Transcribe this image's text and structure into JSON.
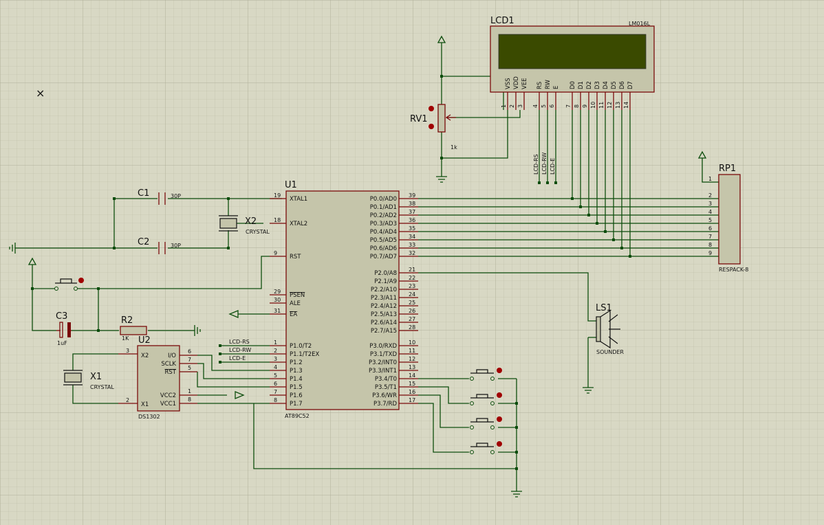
{
  "refs": {
    "lcd": "LCD1",
    "lcd_part": "LM016L",
    "u1": "U1",
    "u1_part": "AT89C52",
    "u2": "U2",
    "u2_part": "DS1302",
    "rp1": "RP1",
    "rp1_part": "RESPACK-8",
    "ls1": "LS1",
    "ls1_part": "SOUNDER",
    "rv1": "RV1",
    "rv1_val": "1k",
    "c1": "C1",
    "c1_val": "30P",
    "c2": "C2",
    "c2_val": "30P",
    "c3": "C3",
    "c3_val": "1uF",
    "r2": "R2",
    "r2_val": "1K",
    "x1": "X1",
    "x1_part": "CRYSTAL",
    "x2": "X2",
    "x2_part": "CRYSTAL"
  },
  "lcd_pins": {
    "vss": "VSS",
    "vdd": "VDD",
    "vee": "VEE",
    "rs": "RS",
    "rw": "RW",
    "e": "E",
    "d0": "D0",
    "d1": "D1",
    "d2": "D2",
    "d3": "D3",
    "d4": "D4",
    "d5": "D5",
    "d6": "D6",
    "d7": "D7",
    "n1": "1",
    "n2": "2",
    "n3": "3",
    "n4": "4",
    "n5": "5",
    "n6": "6",
    "n7": "7",
    "n8": "8",
    "n9": "9",
    "n10": "10",
    "n11": "11",
    "n12": "12",
    "n13": "13",
    "n14": "14"
  },
  "lcd_nets": {
    "rs": "LCD-RS",
    "rw": "LCD-RW",
    "e": "LCD-E"
  },
  "u1_left": [
    {
      "n": "19",
      "name": "XTAL1"
    },
    {
      "n": "18",
      "name": "XTAL2"
    },
    {
      "n": "9",
      "name": "RST"
    },
    {
      "n": "29",
      "name": "PSEN"
    },
    {
      "n": "30",
      "name": "ALE"
    },
    {
      "n": "31",
      "name": "EA"
    },
    {
      "n": "1",
      "name": "P1.0/T2"
    },
    {
      "n": "2",
      "name": "P1.1/T2EX"
    },
    {
      "n": "3",
      "name": "P1.2"
    },
    {
      "n": "4",
      "name": "P1.3"
    },
    {
      "n": "5",
      "name": "P1.4"
    },
    {
      "n": "6",
      "name": "P1.5"
    },
    {
      "n": "7",
      "name": "P1.6"
    },
    {
      "n": "8",
      "name": "P1.7"
    }
  ],
  "u1_right": [
    {
      "n": "39",
      "name": "P0.0/AD0"
    },
    {
      "n": "38",
      "name": "P0.1/AD1"
    },
    {
      "n": "37",
      "name": "P0.2/AD2"
    },
    {
      "n": "36",
      "name": "P0.3/AD3"
    },
    {
      "n": "35",
      "name": "P0.4/AD4"
    },
    {
      "n": "34",
      "name": "P0.5/AD5"
    },
    {
      "n": "33",
      "name": "P0.6/AD6"
    },
    {
      "n": "32",
      "name": "P0.7/AD7"
    },
    {
      "n": "21",
      "name": "P2.0/A8"
    },
    {
      "n": "22",
      "name": "P2.1/A9"
    },
    {
      "n": "23",
      "name": "P2.2/A10"
    },
    {
      "n": "24",
      "name": "P2.3/A11"
    },
    {
      "n": "25",
      "name": "P2.4/A12"
    },
    {
      "n": "26",
      "name": "P2.5/A13"
    },
    {
      "n": "27",
      "name": "P2.6/A14"
    },
    {
      "n": "28",
      "name": "P2.7/A15"
    },
    {
      "n": "10",
      "name": "P3.0/RXD"
    },
    {
      "n": "11",
      "name": "P3.1/TXD"
    },
    {
      "n": "12",
      "name": "P3.2/INT0"
    },
    {
      "n": "13",
      "name": "P3.3/INT1"
    },
    {
      "n": "14",
      "name": "P3.4/T0"
    },
    {
      "n": "15",
      "name": "P3.5/T1"
    },
    {
      "n": "16",
      "name": "P3.6/WR"
    },
    {
      "n": "17",
      "name": "P3.7/RD"
    }
  ],
  "u1_nets": {
    "p10": "LCD-RS",
    "p11": "LCD-RW",
    "p12": "LCD-E"
  },
  "u2_pins": {
    "x2": "X2",
    "x1": "X1",
    "io": "I/O",
    "sclk": "SCLK",
    "rst": "RST",
    "vcc2": "VCC2",
    "vcc1": "VCC1",
    "n3": "3",
    "n2": "2",
    "n6": "6",
    "n7": "7",
    "n5": "5",
    "n1": "1",
    "n8": "8"
  },
  "rp1_pins": [
    "1",
    "2",
    "3",
    "4",
    "5",
    "6",
    "7",
    "8",
    "9"
  ],
  "cursor_mark": "×"
}
